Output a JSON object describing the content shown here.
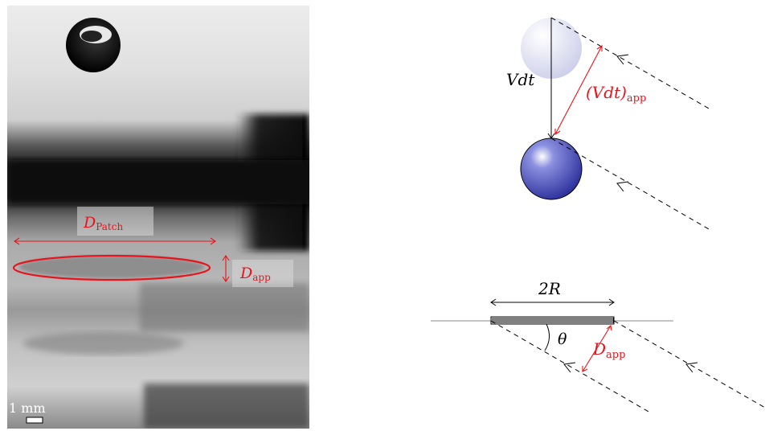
{
  "photo": {
    "patch_label_main": "D",
    "patch_label_sub": "Patch",
    "app_label_main": "D",
    "app_label_sub": "app",
    "scale_bar_label": "1 mm"
  },
  "diagram": {
    "vdt_label": "Vdt",
    "vdt_app_main": "(Vdt)",
    "vdt_app_sub": "app",
    "two_r_label": "2R",
    "theta_label": "θ",
    "d_app_main": "D",
    "d_app_sub": "app"
  },
  "colors": {
    "annotation": "#e8141c",
    "sphere": "#4a4fc0",
    "sphere_ghost": "#d4d6ee",
    "label_bg": "#d9d9d9"
  }
}
